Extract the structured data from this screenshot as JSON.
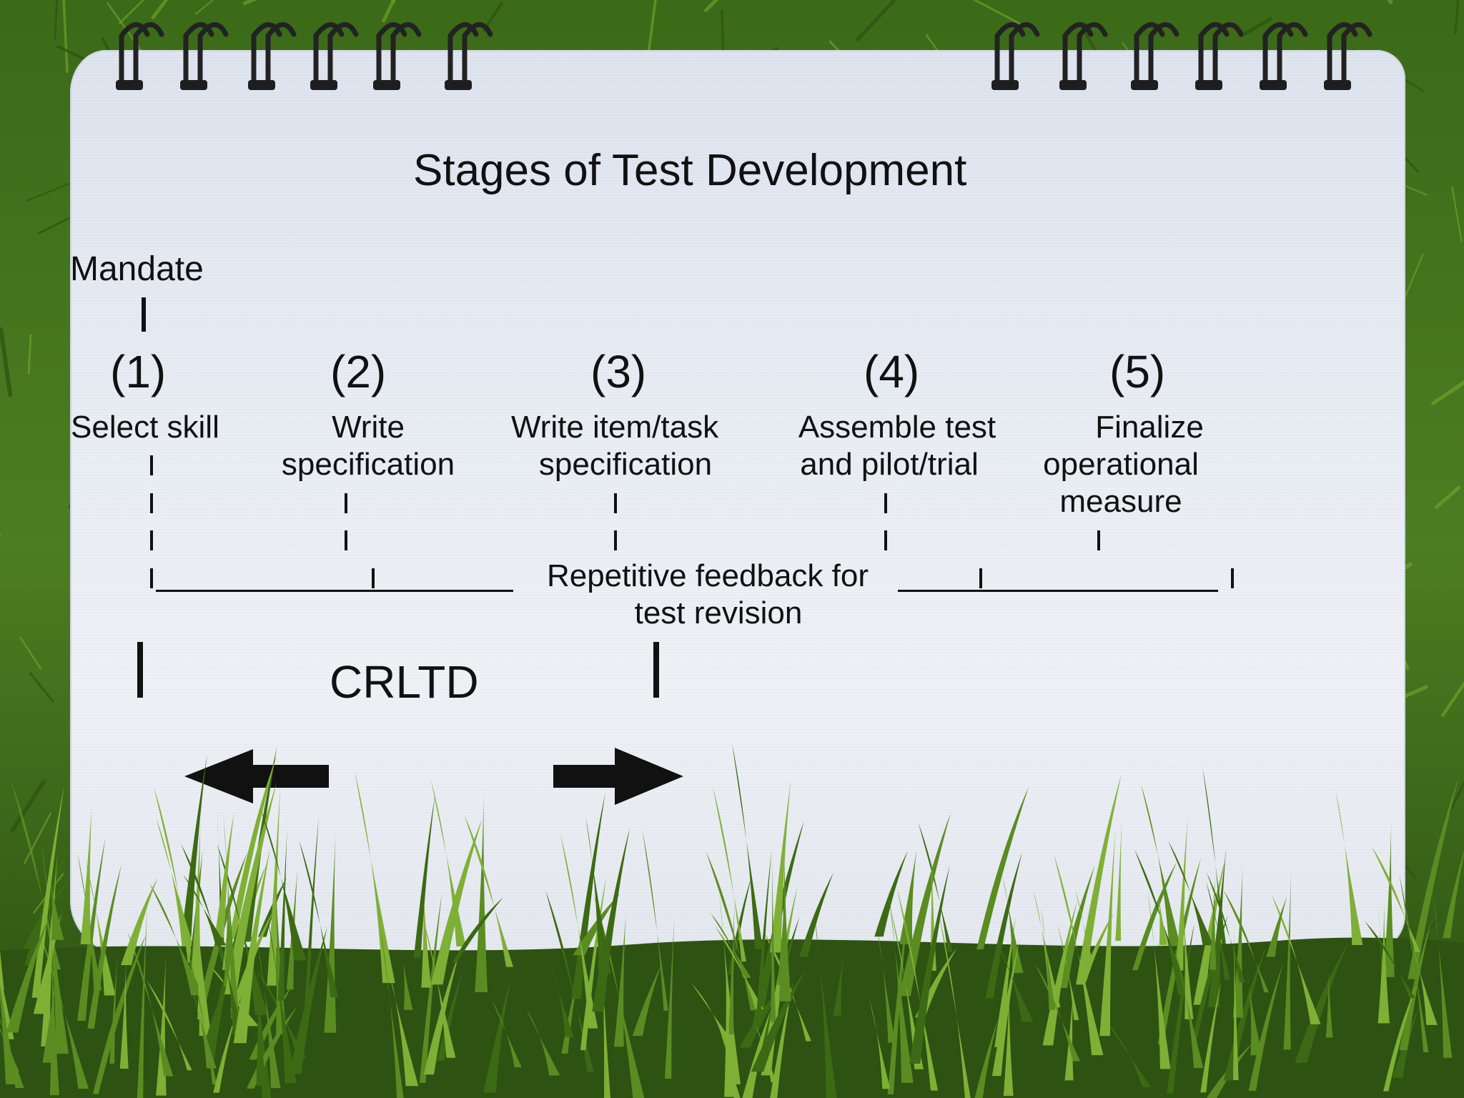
{
  "title": "Stages of Test Development",
  "mandate": "Mandate",
  "stages": [
    {
      "number": "(1)",
      "label_lines": [
        "Select skill"
      ]
    },
    {
      "number": "(2)",
      "label_lines": [
        "Write",
        "specification"
      ]
    },
    {
      "number": "(3)",
      "label_lines": [
        "Write item/task",
        "specification"
      ]
    },
    {
      "number": "(4)",
      "label_lines": [
        "Assemble test",
        "and pilot/trial"
      ]
    },
    {
      "number": "(5)",
      "label_lines": [
        "Finalize",
        "operational",
        "measure"
      ]
    }
  ],
  "feedback_lines": [
    "Repetitive feedback for",
    "test revision"
  ],
  "crltd": "CRLTD",
  "colors": {
    "grass_dark": "#2d5212",
    "grass_light": "#6ea02a",
    "card": "#e6ebf3",
    "ink": "#111111",
    "ring": "#222222"
  }
}
